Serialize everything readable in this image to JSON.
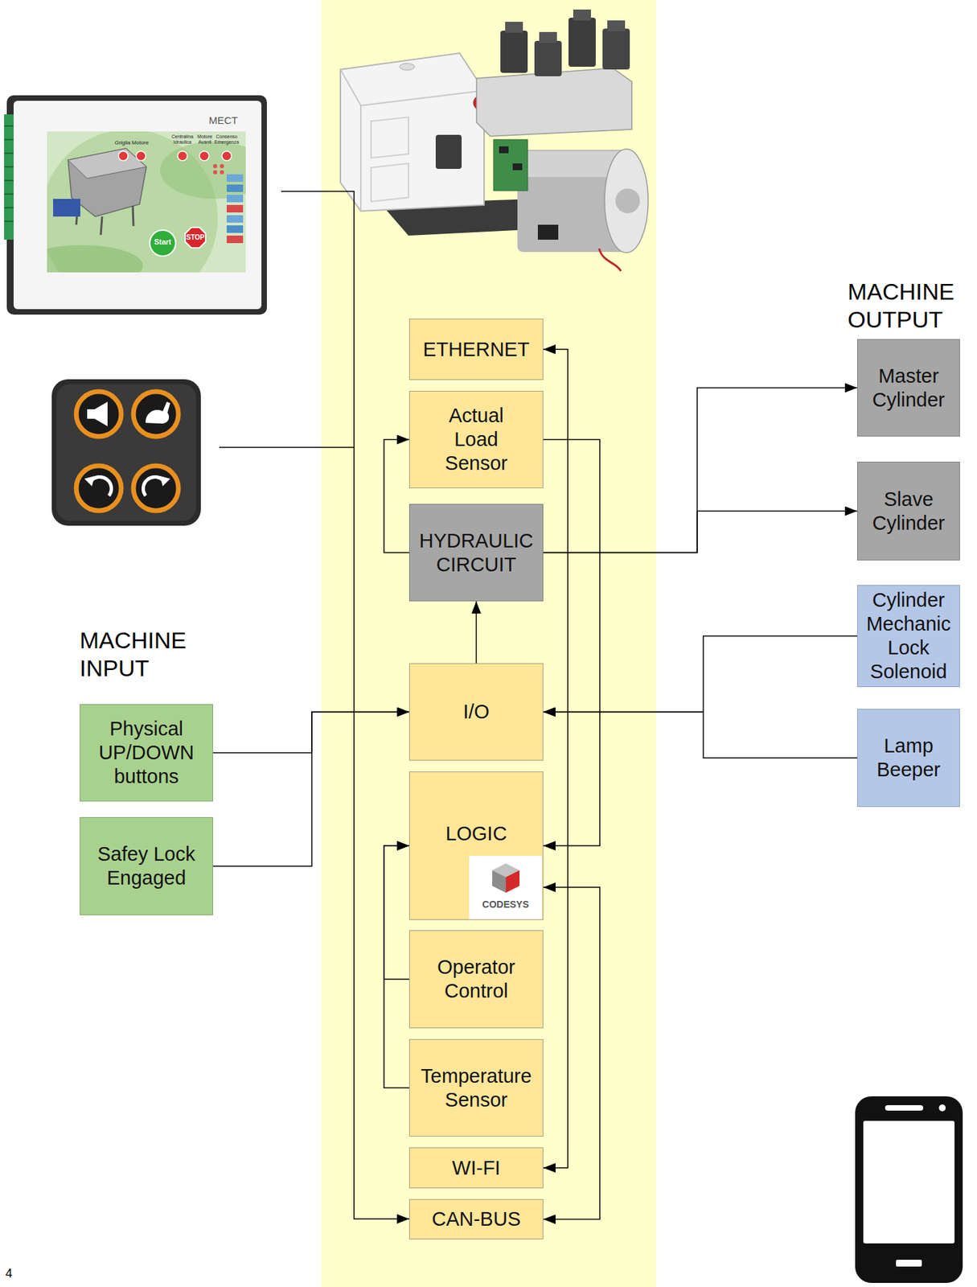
{
  "diagram": {
    "nodes": [
      {
        "text": [
          "ETHERNET"
        ]
      },
      {
        "text": [
          "Actual Load Sensor"
        ]
      },
      {
        "text": [
          "HYDRAULIC CIRCUIT"
        ]
      },
      {
        "text": [
          "I/O"
        ]
      },
      {
        "text": [
          "LOGIC"
        ]
      },
      {
        "text": [
          "Operator Control"
        ]
      },
      {
        "text": [
          "Temperature Sensor"
        ]
      },
      {
        "text": [
          "WI-FI"
        ]
      },
      {
        "text": [
          "CAN-BUS"
        ]
      },
      {
        "text": [
          "Physical UP/DOWN buttons"
        ]
      },
      {
        "text": [
          "Safey Lock Engaged"
        ]
      },
      {
        "text": [
          "Master Cylinder"
        ]
      },
      {
        "text": [
          "Slave Cylinder"
        ]
      },
      {
        "text": [
          "Cylinder Mechanic Lock Solenoid"
        ]
      },
      {
        "text": [
          "Lamp Beeper"
        ]
      }
    ],
    "edges": [
      {
        "from": 9,
        "to": 3,
        "arrow": "to"
      },
      {
        "from": 10,
        "to": 3,
        "arrow": "to"
      },
      {
        "from": 3,
        "to": 2,
        "arrow": "to"
      },
      {
        "from": 2,
        "to": 1,
        "arrow": "to"
      },
      {
        "from": 2,
        "to": 11,
        "arrow": "to"
      },
      {
        "from": 2,
        "to": 12,
        "arrow": "to"
      },
      {
        "from": 13,
        "to": 3,
        "arrow": "to"
      },
      {
        "from": 14,
        "to": 3,
        "arrow": "to"
      },
      {
        "from": 1,
        "to": 4,
        "arrow": "to"
      },
      {
        "from": 0,
        "to": 7,
        "arrow": "both"
      },
      {
        "from": 4,
        "to": 8,
        "arrow": "both"
      },
      {
        "from": 5,
        "to": 4,
        "arrow": "to"
      },
      {
        "from": 6,
        "to": 4,
        "arrow": "to"
      }
    ],
    "labels": [
      "MACHINE OUTPUT",
      "MACHINE INPUT",
      "CODESYS",
      "MECT",
      "Griglia",
      "Motore",
      "Centralina Idraulica",
      "Motore Avanti",
      "Consenso Emergenza",
      "Start",
      "STOP",
      "4"
    ]
  }
}
